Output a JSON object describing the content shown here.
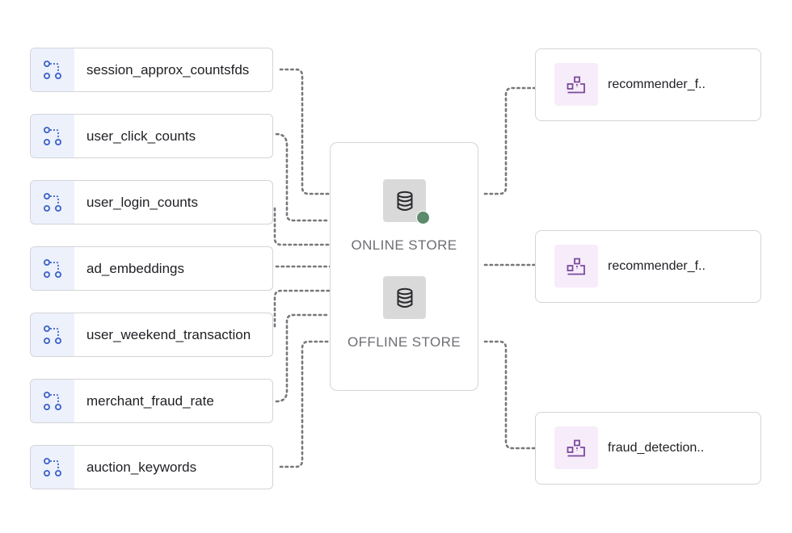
{
  "feature_views": [
    {
      "name": "session_approx_countsfds",
      "icon": "feature-view-icon"
    },
    {
      "name": "user_click_counts",
      "icon": "feature-view-icon"
    },
    {
      "name": "user_login_counts",
      "icon": "feature-view-icon"
    },
    {
      "name": "ad_embeddings",
      "icon": "feature-view-icon"
    },
    {
      "name": "user_weekend_transaction",
      "icon": "feature-view-icon"
    },
    {
      "name": "merchant_fraud_rate",
      "icon": "feature-view-icon"
    },
    {
      "name": "auction_keywords",
      "icon": "feature-view-icon"
    }
  ],
  "stores": {
    "online": {
      "label": "ONLINE STORE",
      "icon": "database-icon",
      "status_color": "#5e8a6c"
    },
    "offline": {
      "label": "OFFLINE STORE",
      "icon": "database-icon"
    }
  },
  "feature_services": [
    {
      "name": "recommender_f..",
      "icon": "feature-service-icon"
    },
    {
      "name": "recommender_f..",
      "icon": "feature-service-icon"
    },
    {
      "name": "fraud_detection..",
      "icon": "feature-service-icon"
    }
  ],
  "colors": {
    "feature_view_accent": "#3e63c9",
    "feature_service_accent": "#7a4a9c",
    "connector": "#77777c"
  }
}
